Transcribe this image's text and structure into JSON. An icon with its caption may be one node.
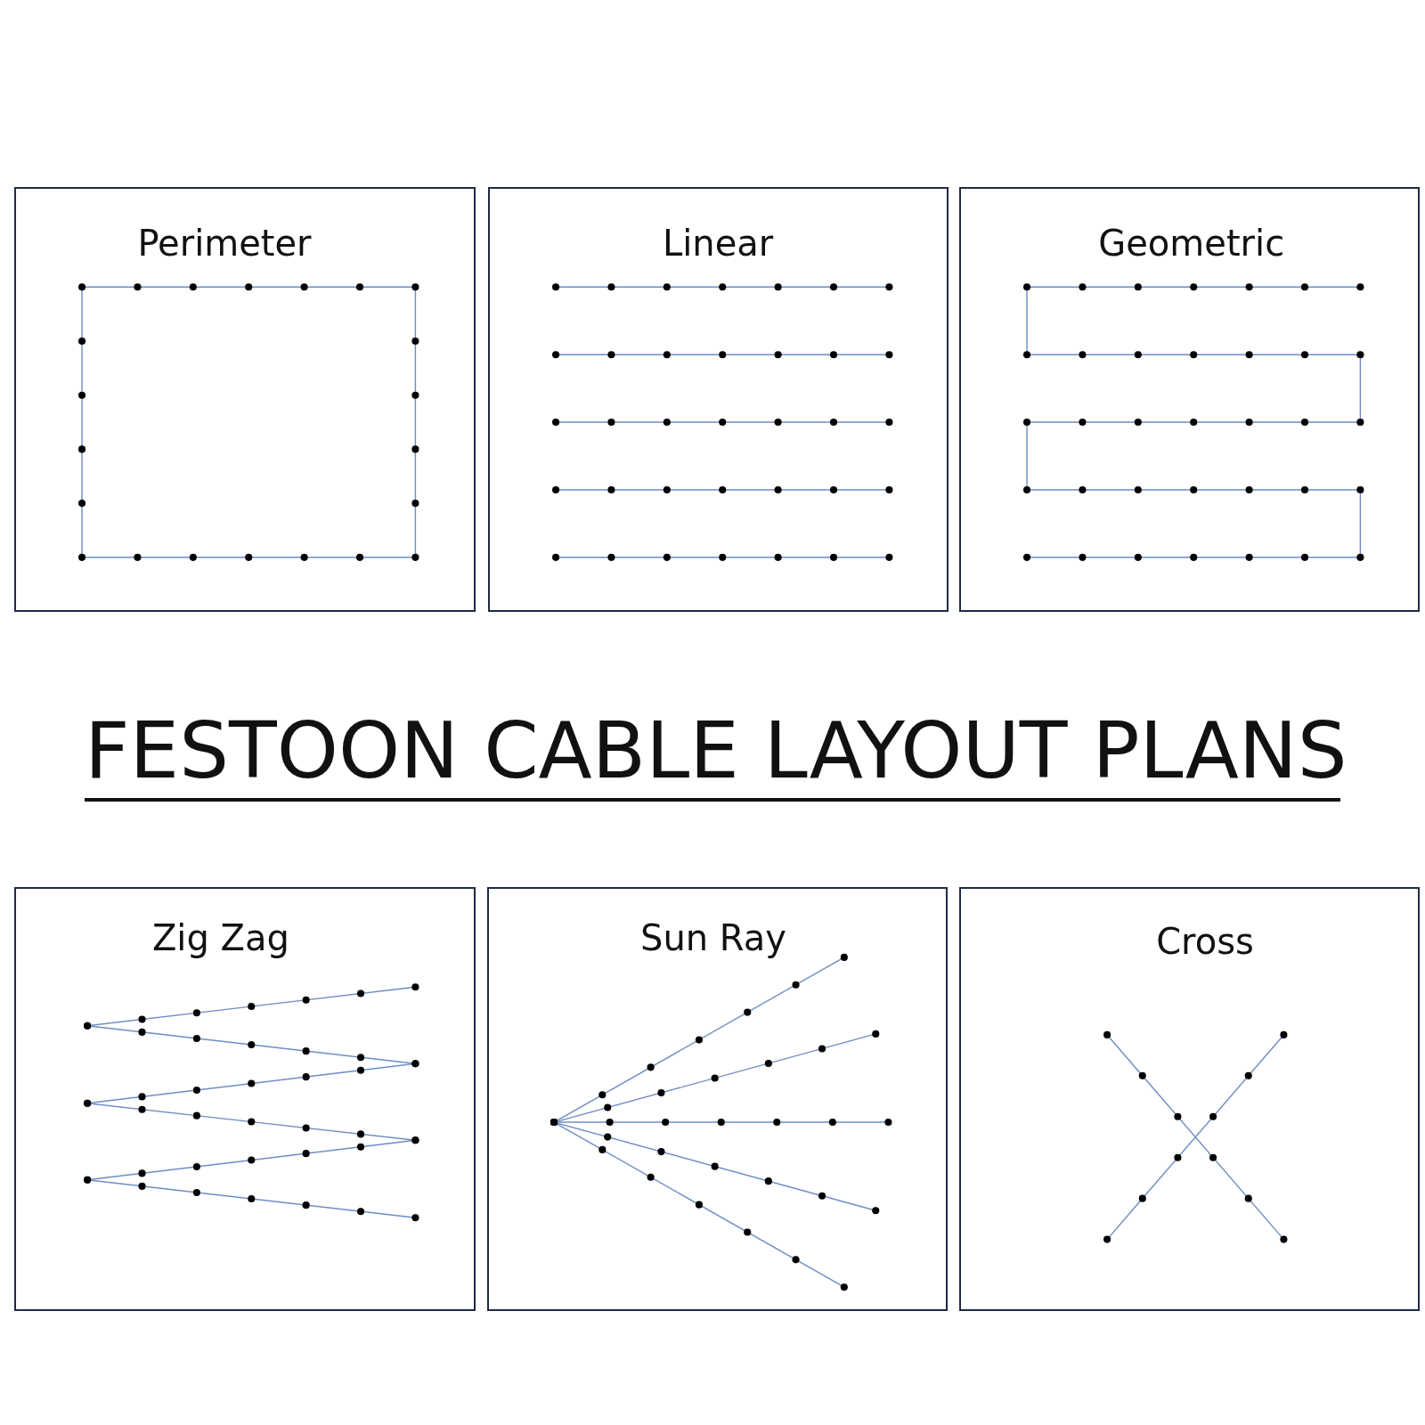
{
  "diagram": {
    "title": "FESTOON CABLE LAYOUT PLANS",
    "nodes": [
      {
        "text": [
          "Perimeter"
        ]
      },
      {
        "text": [
          "Linear"
        ]
      },
      {
        "text": [
          "Geometric"
        ]
      },
      {
        "text": [
          "Zig Zag"
        ]
      },
      {
        "text": [
          "Sun Ray"
        ]
      },
      {
        "text": [
          "Cross"
        ]
      }
    ]
  }
}
